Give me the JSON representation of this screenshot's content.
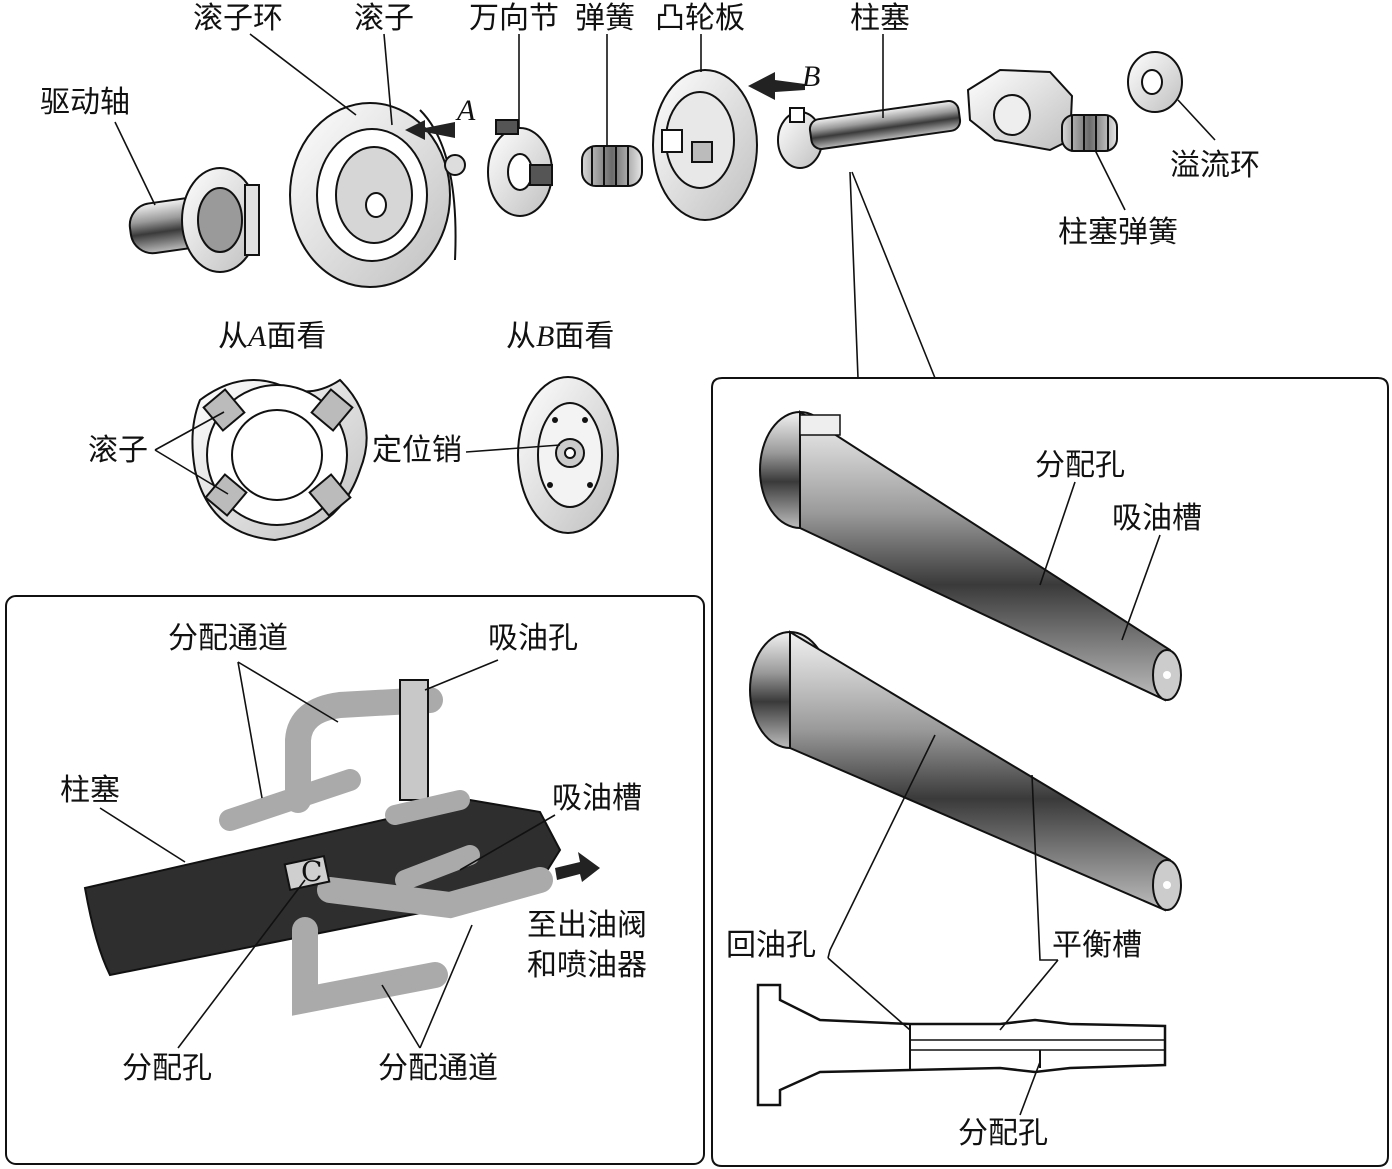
{
  "top": {
    "drive_shaft": "驱动轴",
    "roller_ring": "滚子环",
    "roller": "滚子",
    "universal_joint": "万向节",
    "spring": "弹簧",
    "cam_plate": "凸轮板",
    "plunger": "柱塞",
    "overflow_ring": "溢流环",
    "plunger_spring": "柱塞弹簧",
    "arrow_a": "A",
    "arrow_b": "B"
  },
  "views": {
    "view_a_prefix": "从",
    "view_a_letter": "A",
    "view_a_suffix": "面看",
    "view_b_prefix": "从",
    "view_b_letter": "B",
    "view_b_suffix": "面看",
    "rollers": "滚子",
    "locating_pin": "定位销"
  },
  "left_panel": {
    "distribution_channel_top": "分配通道",
    "suction_hole": "吸油孔",
    "plunger": "柱塞",
    "suction_groove": "吸油槽",
    "to_valve_line1": "至出油阀",
    "to_valve_line2": "和喷油器",
    "distribution_hole": "分配孔",
    "distribution_channel_bottom": "分配通道",
    "port_letter": "C"
  },
  "right_panel": {
    "distribution_hole_top": "分配孔",
    "suction_groove": "吸油槽",
    "return_hole": "回油孔",
    "balance_groove": "平衡槽",
    "distribution_hole_bottom": "分配孔"
  }
}
